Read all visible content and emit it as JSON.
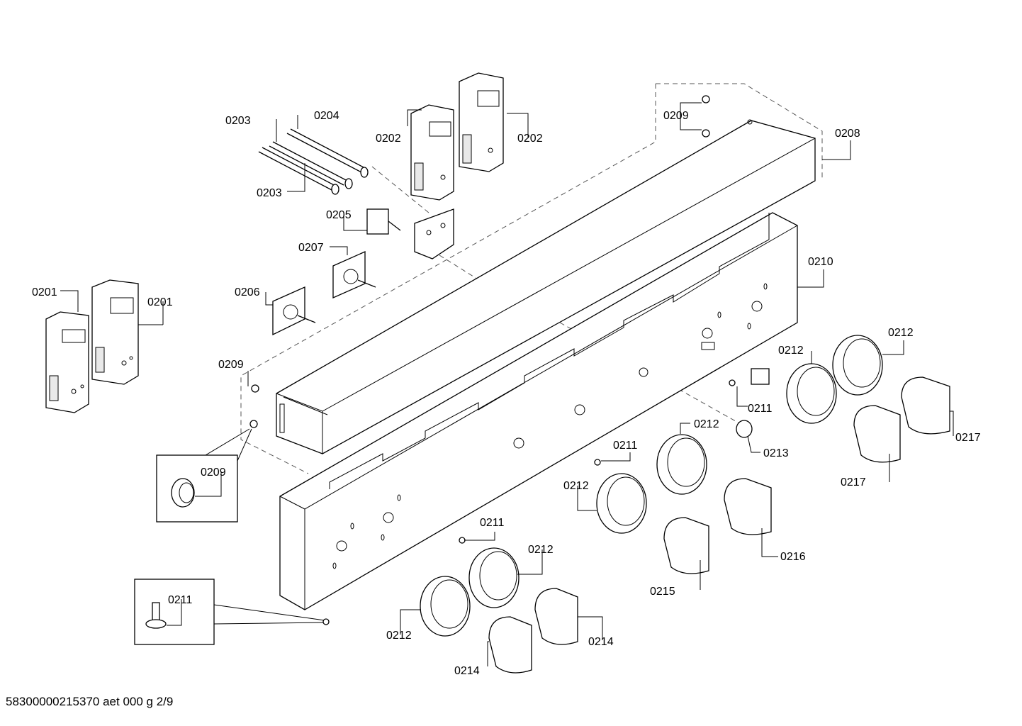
{
  "footer": {
    "document_id": "58300000215370 aet 000 g 2/9"
  },
  "labels": {
    "l0201a": "0201",
    "l0201b": "0201",
    "l0202a": "0202",
    "l0202b": "0202",
    "l0203a": "0203",
    "l0203b": "0203",
    "l0204": "0204",
    "l0205": "0205",
    "l0206": "0206",
    "l0207": "0207",
    "l0208": "0208",
    "l0209a": "0209",
    "l0209b": "0209",
    "l0209c": "0209",
    "l0210": "0210",
    "l0211a": "0211",
    "l0211b": "0211",
    "l0211c": "0211",
    "l0211d": "0211",
    "l0212a": "0212",
    "l0212b": "0212",
    "l0212c": "0212",
    "l0212d": "0212",
    "l0212e": "0212",
    "l0212f": "0212",
    "l0213": "0213",
    "l0214a": "0214",
    "l0214b": "0214",
    "l0215": "0215",
    "l0216": "0216",
    "l0217a": "0217",
    "l0217b": "0217"
  }
}
